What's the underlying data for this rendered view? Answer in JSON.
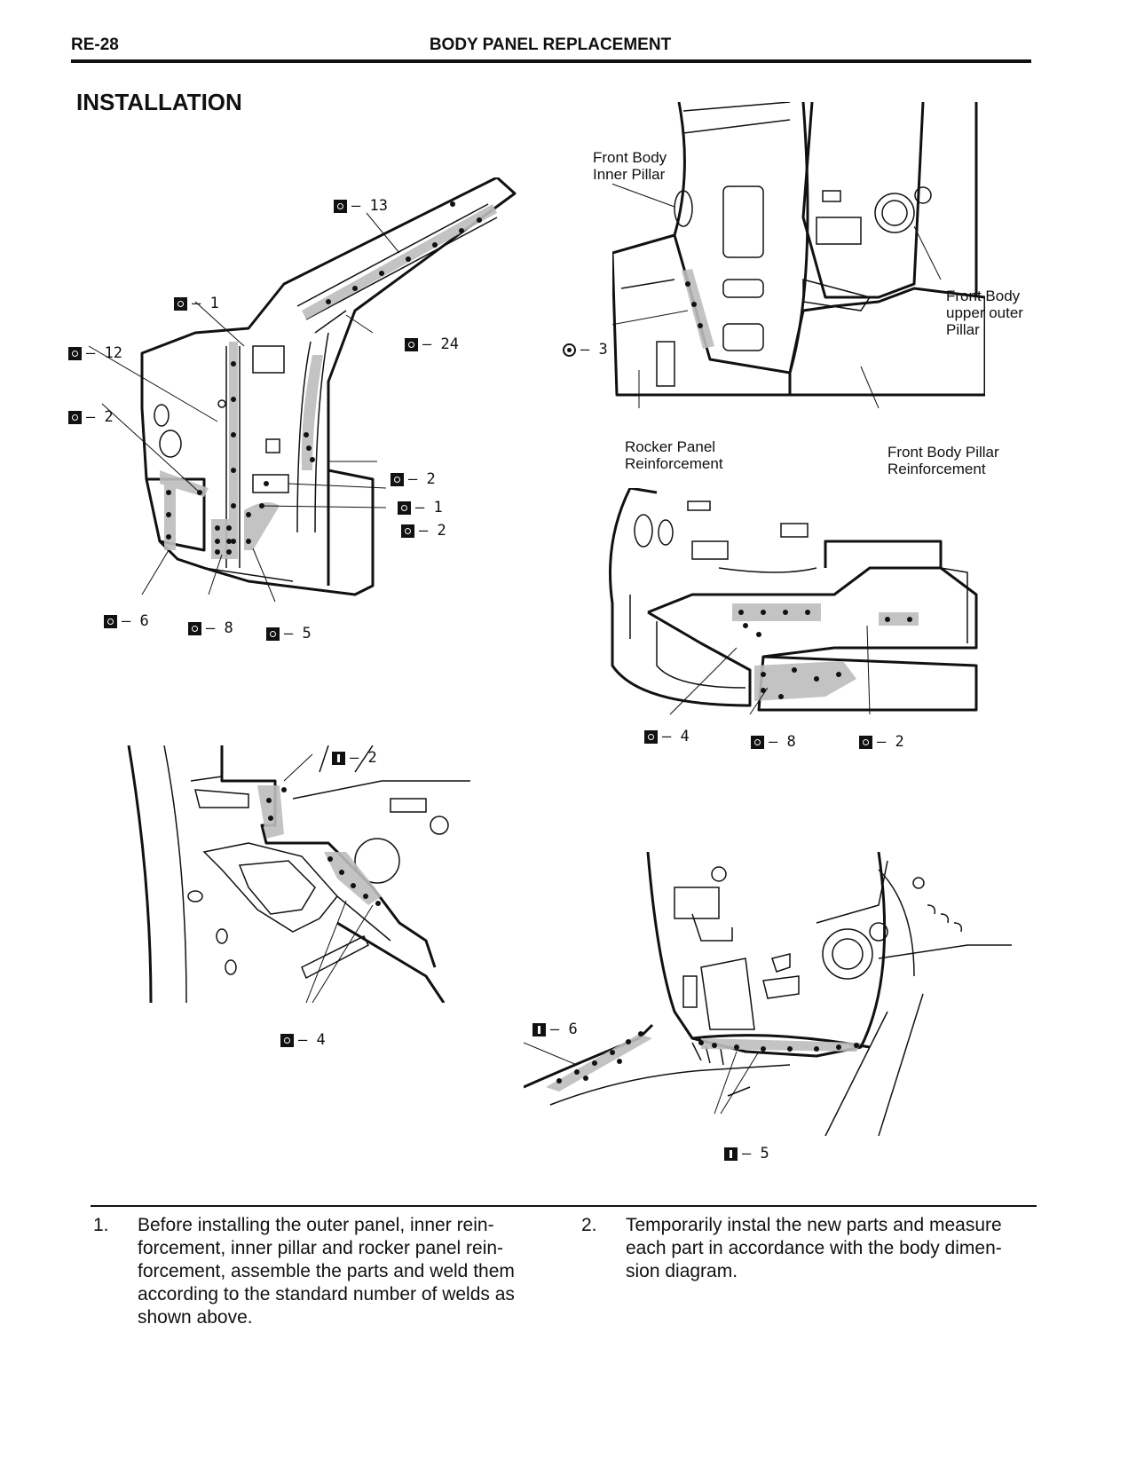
{
  "header": {
    "page_number": "RE-28",
    "title": "BODY PANEL REPLACEMENT"
  },
  "section_title": "INSTALLATION",
  "figures": {
    "fig_a": {
      "callouts": [
        {
          "symbol": "spot",
          "text": "– 13"
        },
        {
          "symbol": "spot",
          "text": "– 1"
        },
        {
          "symbol": "spot",
          "text": "– 12"
        },
        {
          "symbol": "spot",
          "text": "– 24"
        },
        {
          "symbol": "spot",
          "text": "– 2"
        },
        {
          "symbol": "spot",
          "text": "– 2"
        },
        {
          "symbol": "spot",
          "text": "– 1"
        },
        {
          "symbol": "spot",
          "text": "– 2"
        },
        {
          "symbol": "spot",
          "text": "– 6"
        },
        {
          "symbol": "spot",
          "text": "– 8"
        },
        {
          "symbol": "spot",
          "text": "– 5"
        }
      ]
    },
    "fig_b": {
      "labels": {
        "inner_pillar": "Front Body\nInner Pillar",
        "upper_outer_pillar": "Front Body\nupper outer\nPillar",
        "rocker_reinforcement": "Rocker Panel\nReinforcement",
        "pillar_reinforcement": "Front Body Pillar\nReinforcement"
      },
      "callouts": [
        {
          "symbol": "circ",
          "text": "– 3"
        }
      ]
    },
    "fig_c": {
      "callouts": [
        {
          "symbol": "spot",
          "text": "– 4"
        },
        {
          "symbol": "spot",
          "text": "– 8"
        },
        {
          "symbol": "spot",
          "text": "– 2"
        }
      ]
    },
    "fig_d": {
      "callouts": [
        {
          "symbol": "bar",
          "text": "– 2"
        },
        {
          "symbol": "spot",
          "text": "– 4"
        }
      ]
    },
    "fig_e": {
      "callouts": [
        {
          "symbol": "bar",
          "text": "– 6"
        },
        {
          "symbol": "bar",
          "text": "– 5"
        }
      ]
    }
  },
  "steps": [
    {
      "number": "1.",
      "text": "Before installing the outer panel, inner rein-\nforcement, inner pillar and rocker panel rein-\nforcement, assemble the parts and weld them\naccording to the standard number of welds as\nshown above."
    },
    {
      "number": "2.",
      "text": "Temporarily instal the new parts and measure\neach part in accordance with the body dimen-\nsion diagram."
    }
  ]
}
